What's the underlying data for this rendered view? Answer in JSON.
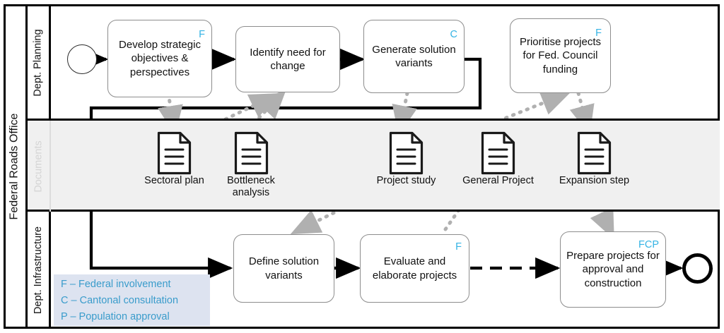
{
  "pool": {
    "label": "Federal Roads Office"
  },
  "lanes": [
    {
      "id": "planning",
      "label": "Dept. Planning"
    },
    {
      "id": "documents",
      "label": "Documents"
    },
    {
      "id": "infrastructure",
      "label": "Dept. Infrastructure"
    }
  ],
  "events": {
    "start": {
      "name": "start-event"
    },
    "end": {
      "name": "end-event"
    }
  },
  "tasks": [
    {
      "id": "develop-strategic-objectives",
      "lane": "planning",
      "label": "Develop strategic objectives & perspectives",
      "badge": "F"
    },
    {
      "id": "identify-need-for-change",
      "lane": "planning",
      "label": "Identify need for change",
      "badge": ""
    },
    {
      "id": "generate-solution-variants",
      "lane": "planning",
      "label": "Generate solution variants",
      "badge": "C"
    },
    {
      "id": "prioritise-projects",
      "lane": "planning",
      "label": "Prioritise projects for Fed. Council funding",
      "badge": "F"
    },
    {
      "id": "define-solution-variants",
      "lane": "infrastructure",
      "label": "Define solution variants",
      "badge": ""
    },
    {
      "id": "evaluate-elaborate-projects",
      "lane": "infrastructure",
      "label": "Evaluate and elaborate projects",
      "badge": "F"
    },
    {
      "id": "prepare-projects",
      "lane": "infrastructure",
      "label": "Prepare projects for approval and construction",
      "badge": "FCP"
    }
  ],
  "documents": [
    {
      "id": "sectoral-plan",
      "label": "Sectoral plan"
    },
    {
      "id": "bottleneck-analysis",
      "label": "Bottleneck analysis"
    },
    {
      "id": "project-study",
      "label": "Project study"
    },
    {
      "id": "general-project",
      "label": "General Project"
    },
    {
      "id": "expansion-step",
      "label": "Expansion step"
    }
  ],
  "legend": {
    "lines": [
      "F – Federal involvement",
      "C – Cantonal consultation",
      "P – Population approval"
    ]
  },
  "colors": {
    "badge": "#34b3e4",
    "legend_text": "#3a9ccb",
    "legend_bg": "#dde3f0",
    "documents_lane_bg": "#f0f0f0",
    "documents_lane_label": "#d4d4d4",
    "flow": "#000000",
    "association": "#b0b0b0"
  }
}
